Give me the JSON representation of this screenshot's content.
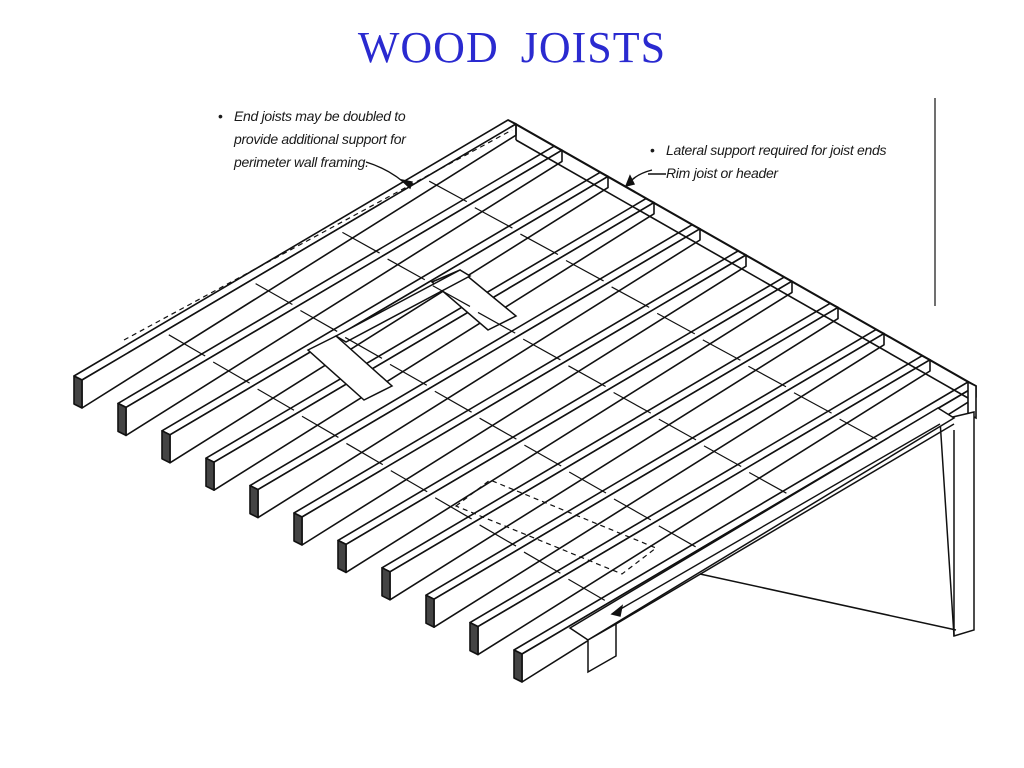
{
  "slide": {
    "title": "WOOD  JOISTS"
  },
  "annotations": {
    "end_joists": {
      "bullet": "•",
      "lines": [
        "End joists may be doubled to",
        "provide additional support for",
        "perimeter wall framing."
      ]
    },
    "lateral_support": {
      "bullet": "•",
      "lines": [
        "Lateral support required for joist ends",
        "Rim joist or header"
      ]
    }
  },
  "drawing": {
    "stroke_color": "#111111",
    "joist_count": 11
  }
}
